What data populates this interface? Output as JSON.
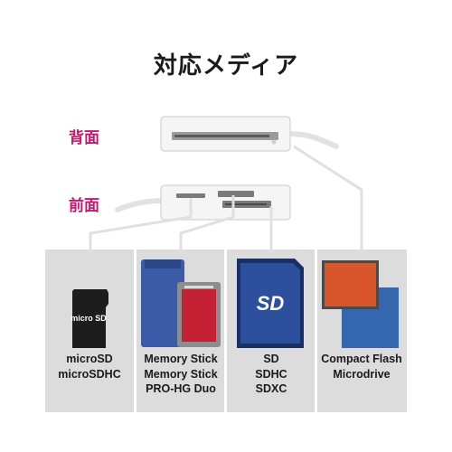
{
  "title": "対応メディア",
  "labels": {
    "back": "背面",
    "front": "前面"
  },
  "media": [
    {
      "lines": [
        "microSD",
        "microSDHC"
      ]
    },
    {
      "lines": [
        "Memory Stick",
        "Memory Stick",
        "PRO-HG Duo"
      ]
    },
    {
      "lines": [
        "SD",
        "SDHC",
        "SDXC"
      ]
    },
    {
      "lines": [
        "Compact Flash",
        "Microdrive"
      ]
    }
  ],
  "card_marks": {
    "microsd": "micro SD",
    "sd": "SD"
  },
  "colors": {
    "label_accent": "#c8166e",
    "panel_bg": "#dcdcdc",
    "divider": "#ffffff",
    "memory_stick_blue": "#3b5aa8",
    "sd_blue": "#2c4f9e",
    "cf_orange": "#d9552a",
    "cf_blue": "#3566b0"
  }
}
